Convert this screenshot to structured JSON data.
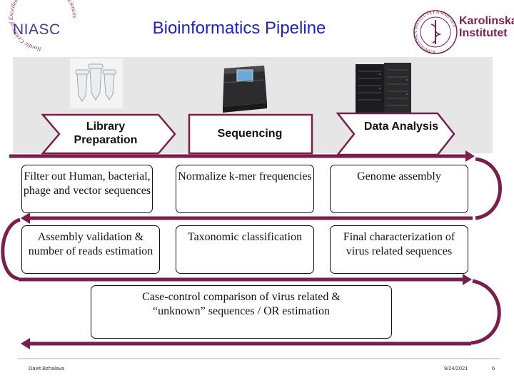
{
  "header": {
    "title": "Bioinformatics Pipeline",
    "niasc_logo_text": "NIASC",
    "niasc_ring_text": "Nordic Center of Excellence in Health Related e-Sciences",
    "ki_logo_line1": "Karolinska",
    "ki_logo_line2": "Institutet",
    "ki_seal_text": "KAROLINSKA INSTITUTET ANNO 1810"
  },
  "stages": [
    {
      "label": "Library Preparation",
      "image": "tubes-icon"
    },
    {
      "label": "Sequencing",
      "image": "sequencer-icon"
    },
    {
      "label": "Data Analysis",
      "image": "server-rack-icon"
    }
  ],
  "steps": [
    "Filter out Human, bacterial, phage and vector sequences",
    "Normalize k-mer frequencies",
    "Genome assembly",
    "Assembly validation & number of reads estimation",
    "Taxonomic classification",
    "Final characterization of virus related sequences",
    "Case-control comparison of virus related & “unknown” sequences / OR estimation"
  ],
  "footer": {
    "author": "Davit Bzhalava",
    "date": "9/24/2021",
    "page": "6"
  },
  "colors": {
    "title": "#1f1fcf",
    "arrow": "#7a1f4c",
    "ki_purple": "#7d2150",
    "band": "#e6e6e6"
  }
}
